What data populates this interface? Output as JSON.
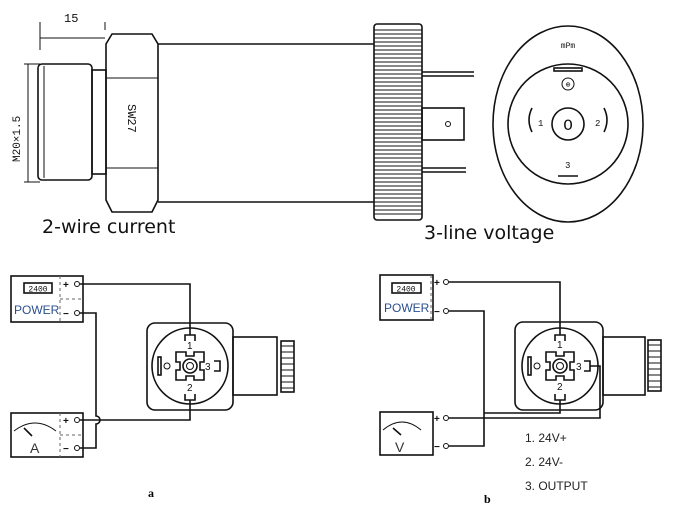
{
  "drawing": {
    "thread_length_dim": "15",
    "thread_size_dim": "M20×1.5",
    "hex_size": "SW27",
    "face_marking": "mPm",
    "face_pins": [
      "1",
      "2",
      "3"
    ]
  },
  "diagram_a": {
    "title": "2-wire current",
    "power_label": "POWER",
    "display_value": "2400",
    "meter_label": "A",
    "plus": "+",
    "minus": "−",
    "pins": [
      "1",
      "2",
      "3"
    ],
    "caption": "a"
  },
  "diagram_b": {
    "title": "3-line voltage",
    "power_label": "POWER",
    "display_value": "2400",
    "meter_label": "V",
    "plus": "+",
    "minus": "−",
    "pins": [
      "1",
      "2",
      "3"
    ],
    "legend": [
      "1. 24V+",
      "2. 24V-",
      "3. OUTPUT"
    ],
    "caption": "b"
  }
}
